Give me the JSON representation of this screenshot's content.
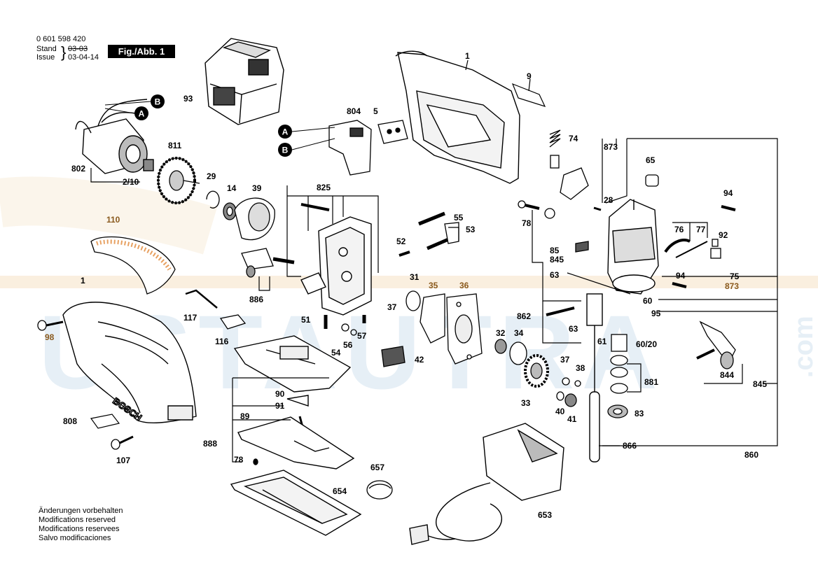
{
  "header": {
    "part_number": "0 601 598 420",
    "stand_label": "Stand",
    "stand_value": "03-03",
    "issue_label": "Issue",
    "issue_value": "03-04-14",
    "figure_badge": "Fig./Abb. 1"
  },
  "notes": [
    "Änderungen vorbehalten",
    "Modifications reserved",
    "Modifications reservees",
    "Salvo modificaciones"
  ],
  "watermark": {
    "text": "USTAUTRA",
    "suffix": ".com"
  },
  "connectors": {
    "a": "A",
    "b": "B"
  },
  "brand_on_tool": "BOSCH",
  "labels": {
    "p1": "1",
    "p1b": "1",
    "p9": "9",
    "p93": "93",
    "p804": "804",
    "p5": "5",
    "p802": "802",
    "p811": "811",
    "p2_10": "2/10",
    "p29": "29",
    "p14": "14",
    "p39": "39",
    "p825": "825",
    "p55": "55",
    "p53": "53",
    "p52": "52",
    "p110": "110",
    "p117": "117",
    "p116": "116",
    "p98": "98",
    "p886": "886",
    "p51": "51",
    "p56": "56",
    "p54": "54",
    "p57": "57",
    "p31": "31",
    "p35": "35",
    "p36": "36",
    "p37": "37",
    "p42": "42",
    "p32": "32",
    "p34": "34",
    "p37b": "37",
    "p38": "38",
    "p33": "33",
    "p40": "40",
    "p41": "41",
    "p90": "90",
    "p91": "91",
    "p89": "89",
    "p888": "888",
    "p78": "78",
    "p808": "808",
    "p107": "107",
    "p657": "657",
    "p654": "654",
    "p653": "653",
    "p74": "74",
    "p873": "873",
    "p65": "65",
    "p28": "28",
    "p94": "94",
    "p76": "76",
    "p77": "77",
    "p92": "92",
    "p78b": "78",
    "p85": "85",
    "p845": "845",
    "p63": "63",
    "p94b": "94",
    "p75": "75",
    "p873b": "873",
    "p60": "60",
    "p95": "95",
    "p862": "862",
    "p63b": "63",
    "p61": "61",
    "p60_20": "60/20",
    "p881": "881",
    "p83": "83",
    "p844": "844",
    "p845b": "845",
    "p866": "866",
    "p860": "860"
  }
}
